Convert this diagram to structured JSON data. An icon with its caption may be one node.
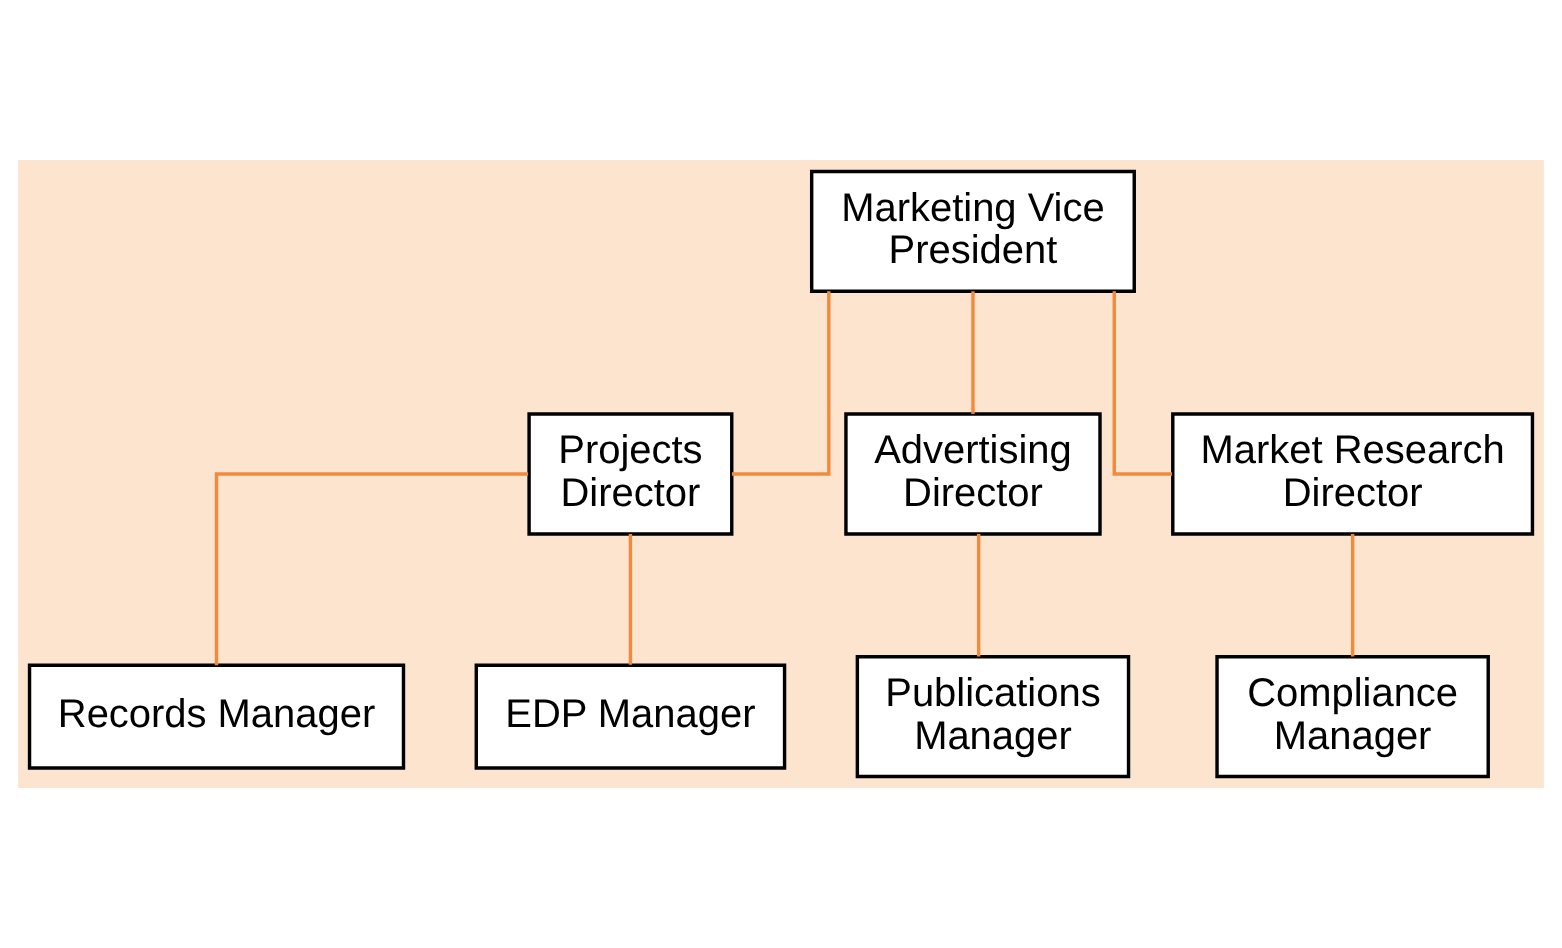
{
  "diagram": {
    "nodes": [
      {
        "text": [
          "Marketing Vice President"
        ]
      },
      {
        "text": [
          "Projects Director"
        ]
      },
      {
        "text": [
          "Advertising Director"
        ]
      },
      {
        "text": [
          "Market Research Director"
        ]
      },
      {
        "text": [
          "Records Manager"
        ]
      },
      {
        "text": [
          "EDP Manager"
        ]
      },
      {
        "text": [
          "Publications Manager"
        ]
      },
      {
        "text": [
          "Compliance Manager"
        ]
      }
    ],
    "edges": [
      {
        "from": 0,
        "to": 1,
        "arrow": "none"
      },
      {
        "from": 0,
        "to": 2,
        "arrow": "none"
      },
      {
        "from": 0,
        "to": 3,
        "arrow": "none"
      },
      {
        "from": 1,
        "to": 4,
        "arrow": "none"
      },
      {
        "from": 1,
        "to": 5,
        "arrow": "none"
      },
      {
        "from": 2,
        "to": 6,
        "arrow": "none"
      },
      {
        "from": 3,
        "to": 7,
        "arrow": "none"
      }
    ]
  }
}
